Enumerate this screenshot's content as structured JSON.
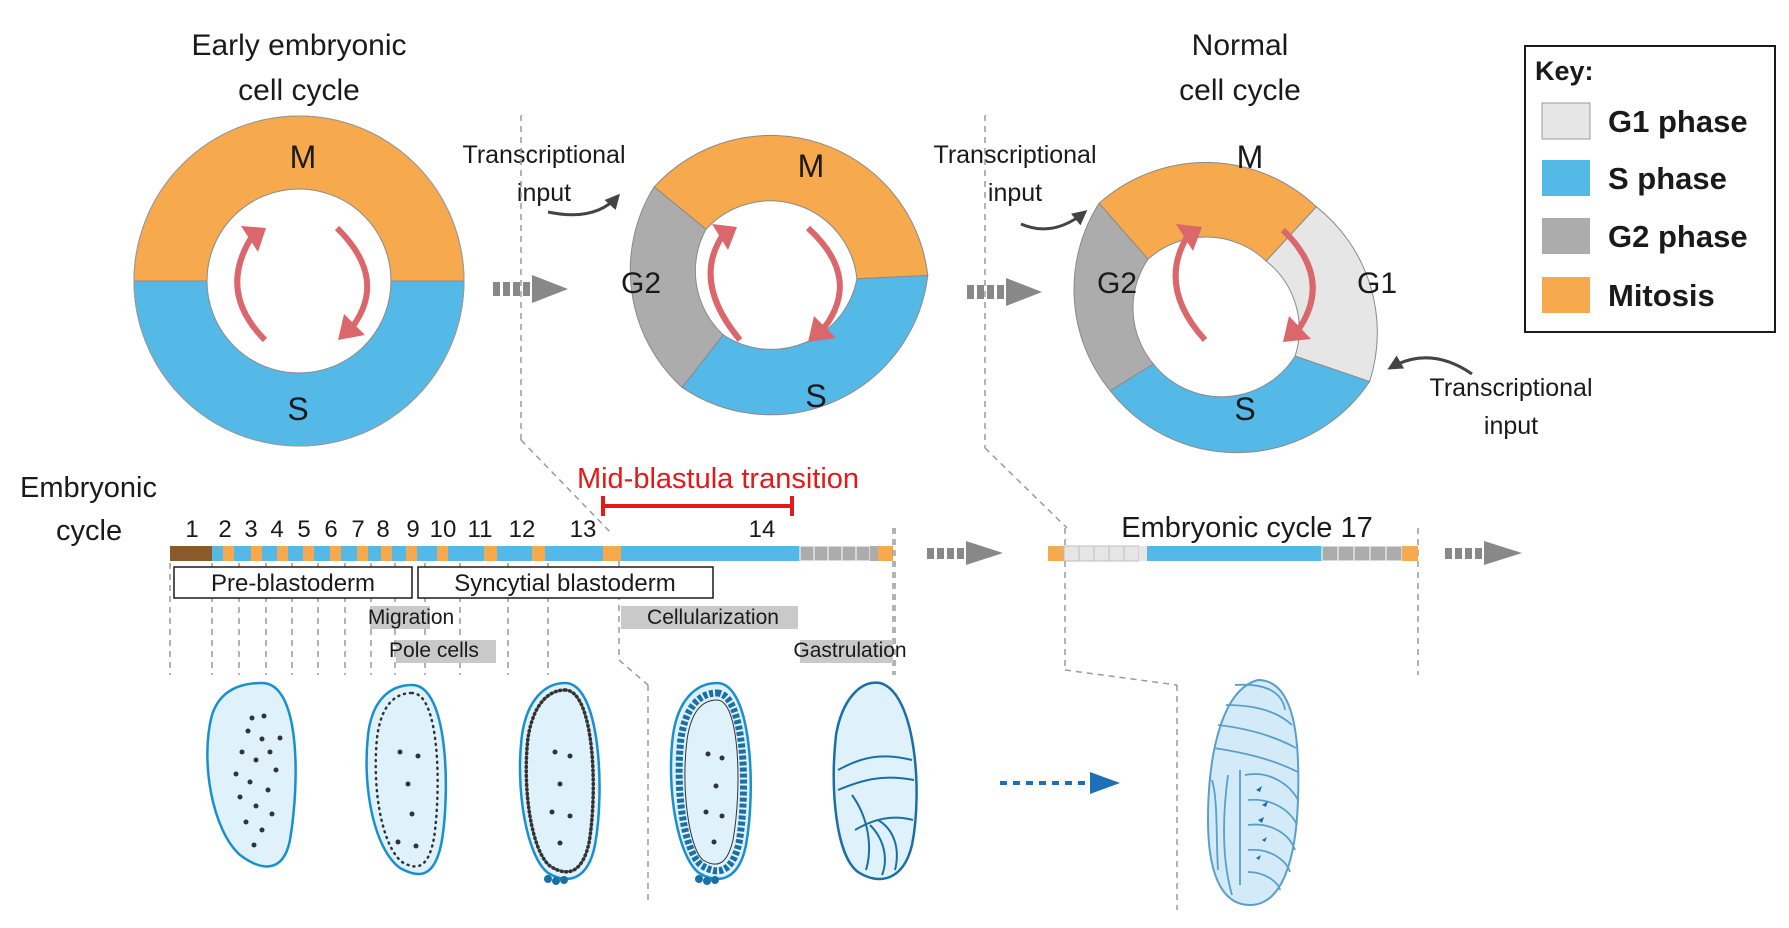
{
  "titles": {
    "early": [
      "Early embryonic",
      "cell cycle"
    ],
    "normal": [
      "Normal",
      "cell cycle"
    ]
  },
  "phase_letters": {
    "m": "M",
    "s": "S",
    "g1": "G1",
    "g2": "G2"
  },
  "annotations": {
    "transcriptional_input": [
      "Transcriptional",
      "input"
    ],
    "mbt": "Mid-blastula transition",
    "embryonic_cycle": [
      "Embryonic",
      "cycle"
    ],
    "cycle17": "Embryonic cycle 17"
  },
  "cycle_numbers": [
    "1",
    "2",
    "3",
    "4",
    "5",
    "6",
    "7",
    "8",
    "9",
    "10",
    "11",
    "12",
    "13",
    "14"
  ],
  "stages": {
    "pre_blastoderm": "Pre-blastoderm",
    "syncytial_blastoderm": "Syncytial blastoderm",
    "migration": "Migration",
    "pole_cells": "Pole cells",
    "cellularization": "Cellularization",
    "gastrulation": "Gastrulation"
  },
  "key": {
    "title": "Key:",
    "items": [
      {
        "label": "G1 phase",
        "color": "#e6e6e6"
      },
      {
        "label": "S phase",
        "color": "#55b9e8"
      },
      {
        "label": "G2 phase",
        "color": "#acacac"
      },
      {
        "label": "Mitosis",
        "color": "#f6a94d"
      }
    ]
  },
  "colors": {
    "mitosis": "#f6a94d",
    "s_phase": "#55b9e8",
    "g1_phase": "#e6e6e6",
    "g2_phase": "#acacac",
    "cycle1": "#8b5a2b",
    "mbt_red": "#e21a1a",
    "arrow_red": "#d9676b",
    "embryo_outline": "#1a8fcf",
    "embryo_fill": "#dff1fb",
    "arrow_blue": "#1f6fb8",
    "arrow_gray": "#888888"
  },
  "icons": [
    "cycle-arrow-icon",
    "dashed-arrow-icon",
    "transcription-arrow-icon"
  ]
}
